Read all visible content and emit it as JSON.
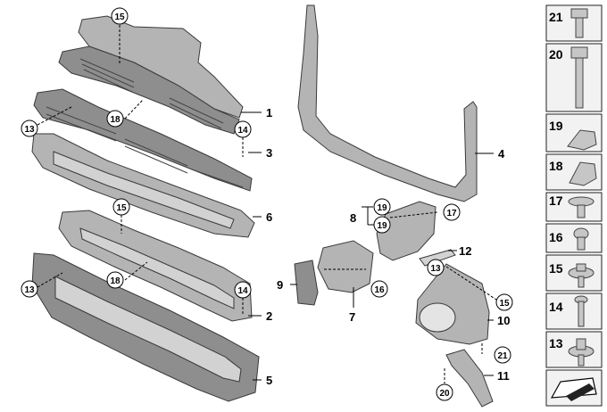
{
  "callouts": {
    "c1": "1",
    "c2": "2",
    "c3": "3",
    "c4": "4",
    "c5": "5",
    "c6": "6",
    "c7": "7",
    "c8": "8",
    "c9": "9",
    "c10": "10",
    "c11": "11",
    "c12": "12"
  },
  "circles": {
    "k13a": "13",
    "k13b": "13",
    "k13c": "13",
    "k14a": "14",
    "k14b": "14",
    "k15a": "15",
    "k15b": "15",
    "k15c": "15",
    "k16": "16",
    "k17": "17",
    "k18a": "18",
    "k18b": "18",
    "k19a": "19",
    "k19b": "19",
    "k20": "20",
    "k21": "21"
  },
  "fastener_table": [
    "21",
    "20",
    "19",
    "18",
    "17",
    "16",
    "15",
    "14",
    "13"
  ]
}
